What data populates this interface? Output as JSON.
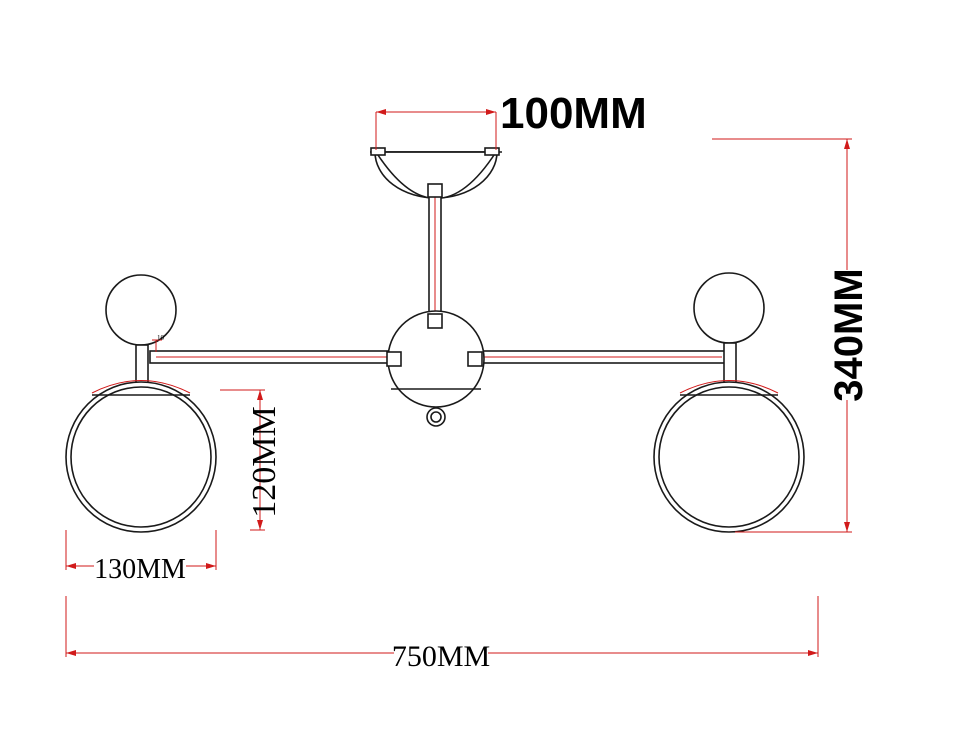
{
  "dimensions": {
    "canopy_width": "100MM",
    "total_height": "340MM",
    "globe_height": "120MM",
    "globe_width": "130MM",
    "total_width": "750MM",
    "small_note": "10"
  },
  "colors": {
    "dimension_line": "#d11a1a",
    "outline": "#1a1a1a",
    "background": "#ffffff"
  }
}
